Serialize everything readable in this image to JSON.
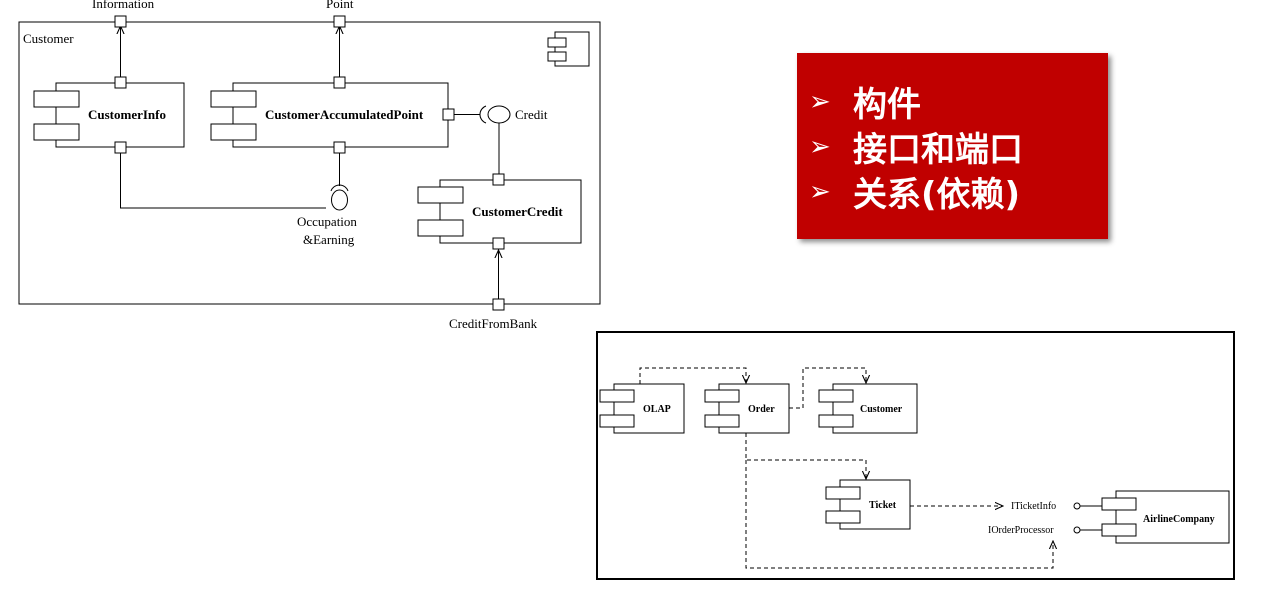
{
  "diagram1": {
    "container_label": "Customer",
    "components": {
      "customer_info": "CustomerInfo",
      "customer_accumulated_point": "CustomerAccumulatedPoint",
      "customer_credit": "CustomerCredit"
    },
    "interfaces": {
      "information": "Information",
      "point": "Point",
      "credit": "Credit",
      "occupation_line1": "Occupation",
      "occupation_line2": "&Earning",
      "credit_from_bank": "CreditFromBank"
    }
  },
  "callout": {
    "items": [
      "构件",
      "接口和端口",
      "关系(依赖)"
    ],
    "bullet_glyph": "➢",
    "background_color": "#c00000",
    "text_color": "#ffffff"
  },
  "diagram2": {
    "components": {
      "olap": "OLAP",
      "order": "Order",
      "customer": "Customer",
      "ticket": "Ticket",
      "airline_company": "AirlineCompany"
    },
    "interfaces": {
      "iticket_info": "ITicketInfo",
      "iorder_processor": "IOrderProcessor"
    }
  }
}
